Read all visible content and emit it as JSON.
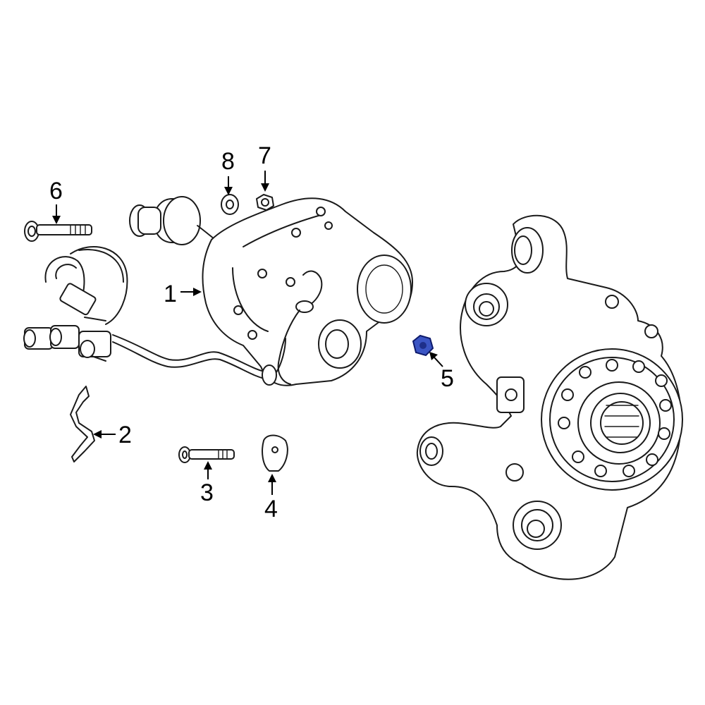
{
  "diagram": {
    "highlight_color": "#3b55c4",
    "line_color": "#1a1a1a",
    "background": "#ffffff",
    "callouts": [
      {
        "id": "1",
        "label": "1",
        "part": "differential-motor-assembly"
      },
      {
        "id": "2",
        "label": "2",
        "part": "bracket"
      },
      {
        "id": "3",
        "label": "3",
        "part": "bolt"
      },
      {
        "id": "4",
        "label": "4",
        "part": "clip"
      },
      {
        "id": "5",
        "label": "5",
        "part": "nut",
        "highlighted": true
      },
      {
        "id": "6",
        "label": "6",
        "part": "bolt"
      },
      {
        "id": "7",
        "label": "7",
        "part": "nut"
      },
      {
        "id": "8",
        "label": "8",
        "part": "washer"
      }
    ]
  }
}
